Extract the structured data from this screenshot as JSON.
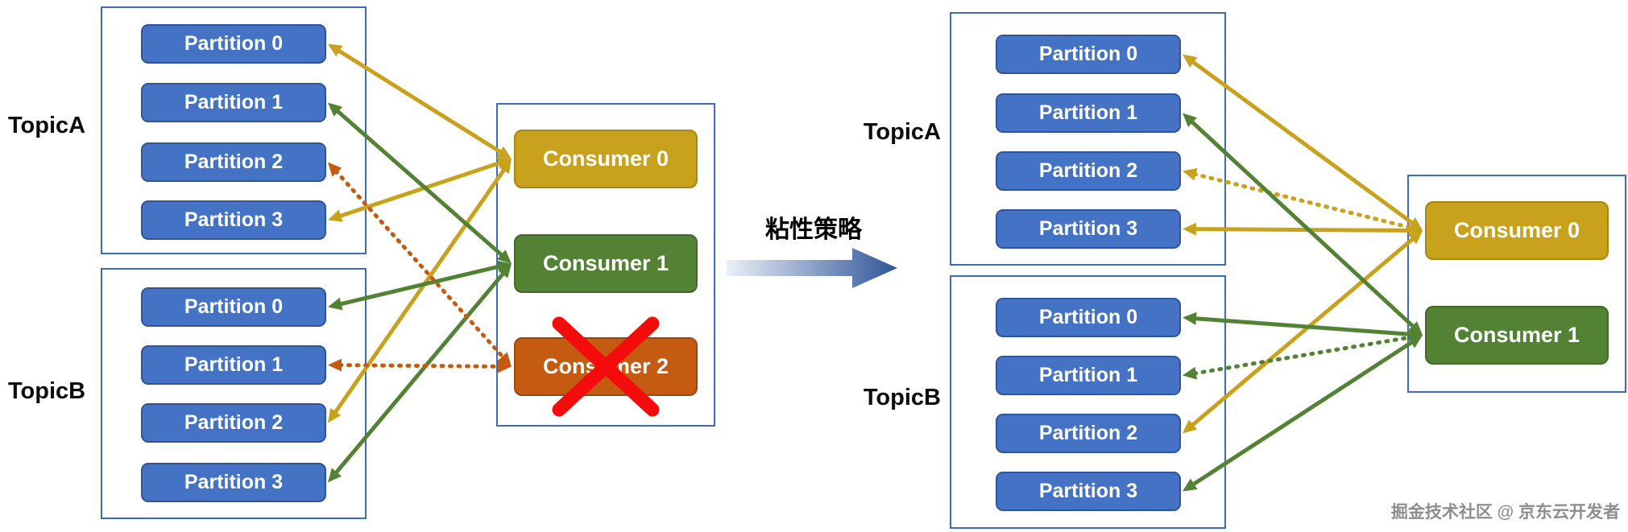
{
  "colors": {
    "gold": "#C9A21D",
    "green": "#548235",
    "orange": "#C55A11",
    "partition_blue": "#4472C4",
    "box_border_blue": "#3D6CB4",
    "cross_red": "#F40B0B",
    "arrow_gradient_start": "#EAF0F8",
    "arrow_gradient_end": "#2F5597"
  },
  "transition": {
    "label": "粘性策略"
  },
  "watermark": {
    "text": "掘金技术社区 @ 京东云开发者"
  },
  "left": {
    "topics": [
      {
        "label": "TopicA",
        "partitions": [
          "Partition 0",
          "Partition 1",
          "Partition 2",
          "Partition 3"
        ]
      },
      {
        "label": "TopicB",
        "partitions": [
          "Partition 0",
          "Partition 1",
          "Partition 2",
          "Partition 3"
        ]
      }
    ],
    "consumers": [
      {
        "label": "Consumer 0",
        "color": "gold",
        "crossed_out": false
      },
      {
        "label": "Consumer 1",
        "color": "green",
        "crossed_out": false
      },
      {
        "label": "Consumer 2",
        "color": "orange",
        "crossed_out": true
      }
    ],
    "connections": [
      {
        "from": "A0",
        "to": "C0",
        "color": "gold",
        "style": "solid"
      },
      {
        "from": "A3",
        "to": "C0",
        "color": "gold",
        "style": "solid"
      },
      {
        "from": "B2",
        "to": "C0",
        "color": "gold",
        "style": "solid"
      },
      {
        "from": "A1",
        "to": "C1",
        "color": "green",
        "style": "solid"
      },
      {
        "from": "B0",
        "to": "C1",
        "color": "green",
        "style": "solid"
      },
      {
        "from": "B3",
        "to": "C1",
        "color": "green",
        "style": "solid"
      },
      {
        "from": "A2",
        "to": "C2",
        "color": "orange",
        "style": "dotted"
      },
      {
        "from": "B1",
        "to": "C2",
        "color": "orange",
        "style": "dotted"
      }
    ]
  },
  "right": {
    "topics": [
      {
        "label": "TopicA",
        "partitions": [
          "Partition 0",
          "Partition 1",
          "Partition 2",
          "Partition 3"
        ]
      },
      {
        "label": "TopicB",
        "partitions": [
          "Partition 0",
          "Partition 1",
          "Partition 2",
          "Partition 3"
        ]
      }
    ],
    "consumers": [
      {
        "label": "Consumer 0",
        "color": "gold",
        "crossed_out": false
      },
      {
        "label": "Consumer 1",
        "color": "green",
        "crossed_out": false
      }
    ],
    "connections": [
      {
        "from": "A0",
        "to": "C0",
        "color": "gold",
        "style": "solid"
      },
      {
        "from": "A3",
        "to": "C0",
        "color": "gold",
        "style": "solid"
      },
      {
        "from": "B2",
        "to": "C0",
        "color": "gold",
        "style": "solid"
      },
      {
        "from": "A2",
        "to": "C0",
        "color": "gold",
        "style": "dotted"
      },
      {
        "from": "A1",
        "to": "C1",
        "color": "green",
        "style": "solid"
      },
      {
        "from": "B0",
        "to": "C1",
        "color": "green",
        "style": "solid"
      },
      {
        "from": "B3",
        "to": "C1",
        "color": "green",
        "style": "solid"
      },
      {
        "from": "B1",
        "to": "C1",
        "color": "green",
        "style": "dotted"
      }
    ]
  }
}
